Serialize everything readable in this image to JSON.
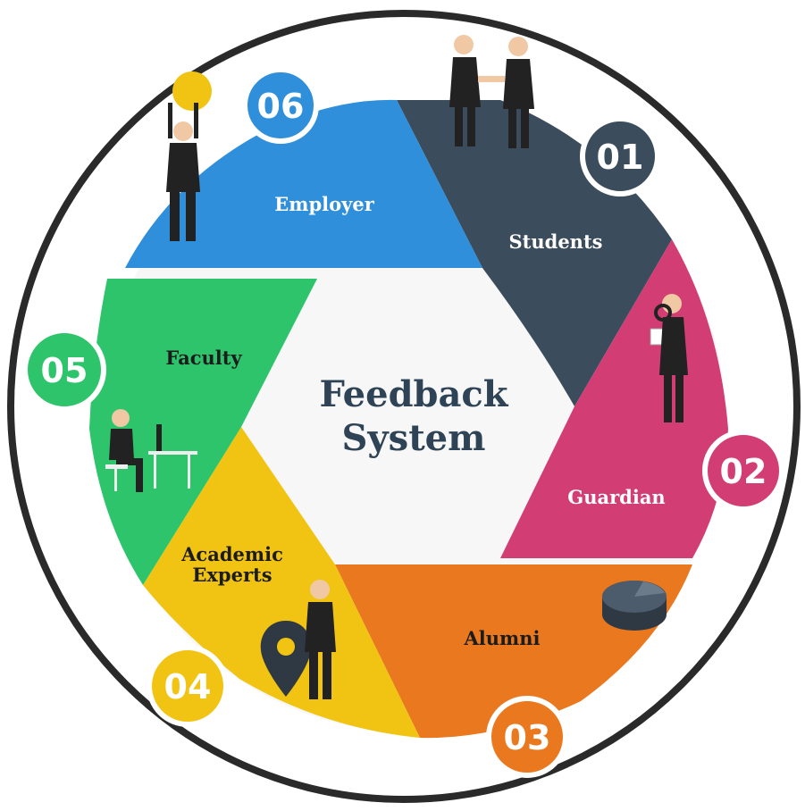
{
  "center": {
    "line1": "Feedback",
    "line2": "System",
    "color": "#2e4456"
  },
  "segments": [
    {
      "number": "01",
      "label": "Students",
      "color": "#3b4c5c",
      "text_color": "#ffffff",
      "icon": "handshake-people-icon"
    },
    {
      "number": "02",
      "label": "Guardian",
      "color": "#d23d74",
      "text_color": "#ffffff",
      "icon": "inspector-magnifier-icon"
    },
    {
      "number": "03",
      "label": "Alumni",
      "color": "#e9781e",
      "text_color": "#1c1c1c",
      "icon": "pie-chart-3d-icon"
    },
    {
      "number": "04",
      "label_lines": [
        "Academic",
        "Experts"
      ],
      "color": "#f1c414",
      "text_color": "#1c1c1c",
      "icon": "location-pin-person-icon"
    },
    {
      "number": "05",
      "label": "Faculty",
      "color": "#2dc46b",
      "text_color": "#1c1c1c",
      "icon": "person-at-desk-icon"
    },
    {
      "number": "06",
      "label": "Employer",
      "color": "#2f8fdb",
      "text_color": "#ffffff",
      "icon": "person-lifting-coin-icon"
    }
  ]
}
